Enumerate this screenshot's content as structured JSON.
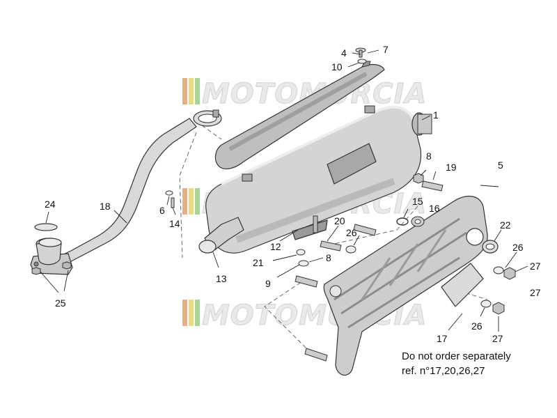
{
  "watermark": {
    "text": "MOTOMURCIA",
    "stripe_colors": [
      "#e3b08a",
      "#e8dd82",
      "#a9d59a"
    ]
  },
  "note": {
    "line1": "Do not order separately",
    "line2": "ref. n°17,20,26,27"
  },
  "callouts": [
    "1",
    "4",
    "5",
    "6",
    "7",
    "8",
    "8",
    "9",
    "10",
    "12",
    "13",
    "14",
    "15",
    "16",
    "17",
    "18",
    "19",
    "20",
    "21",
    "22",
    "24",
    "25",
    "26",
    "26",
    "26",
    "27",
    "27",
    "27"
  ],
  "colors": {
    "part_fill": "#d6d6d6",
    "part_dark": "#9a9a9a",
    "line": "#222222"
  }
}
